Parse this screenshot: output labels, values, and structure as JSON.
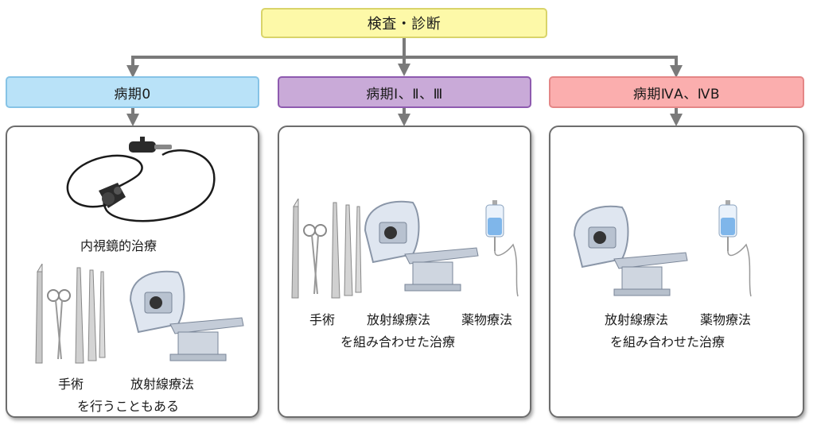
{
  "diagram": {
    "top_label": "検査・診断",
    "stages": [
      {
        "label": "病期0",
        "color": "#b9e2f8",
        "items": {
          "endoscope": "内視鏡的治療",
          "surgery": "手術",
          "radiation": "放射線療法"
        },
        "note": "を行うこともある"
      },
      {
        "label": "病期Ⅰ、Ⅱ、Ⅲ",
        "color": "#c9aad8",
        "items": {
          "surgery": "手術",
          "radiation": "放射線療法",
          "drug": "薬物療法"
        },
        "note": "を組み合わせた治療"
      },
      {
        "label": "病期ⅣA、ⅣB",
        "color": "#fbaeae",
        "items": {
          "radiation": "放射線療法",
          "drug": "薬物療法"
        },
        "note": "を組み合わせた治療"
      }
    ],
    "connector_color": "#7a7a7a"
  }
}
